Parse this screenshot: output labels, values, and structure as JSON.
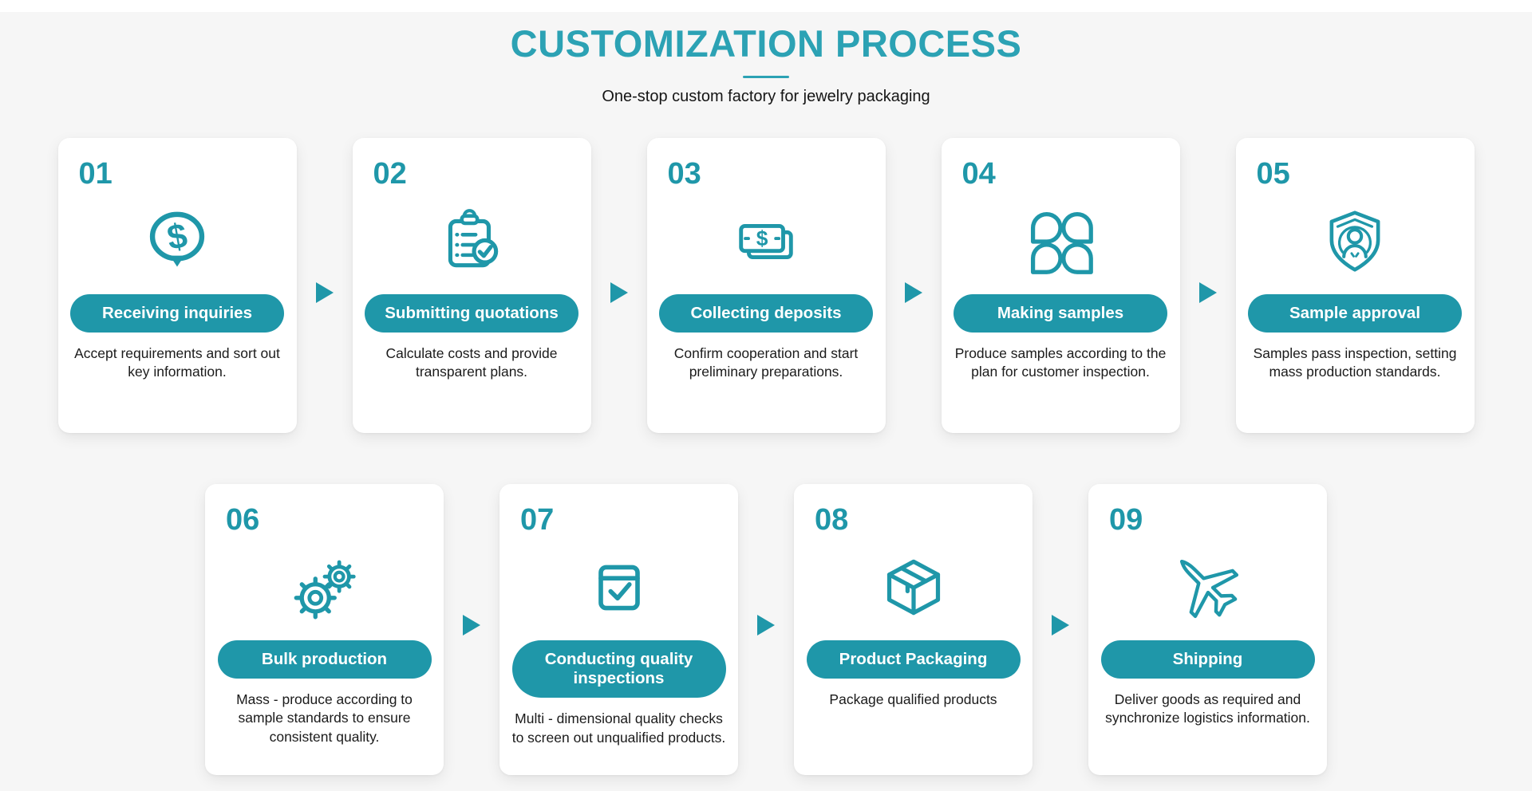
{
  "header": {
    "title": "CUSTOMIZATION PROCESS",
    "subtitle": "One-stop custom factory for jewelry packaging"
  },
  "colors": {
    "accent": "#1F97A9",
    "title": "#2CA2B4",
    "background": "#F6F6F6",
    "card": "#FFFFFF"
  },
  "steps": [
    {
      "number": "01",
      "icon": "dollar-chat-icon",
      "label": "Receiving inquiries",
      "description": "Accept requirements and sort out key information."
    },
    {
      "number": "02",
      "icon": "quotation-clipboard-icon",
      "label": "Submitting quotations",
      "description": "Calculate costs and provide transparent plans."
    },
    {
      "number": "03",
      "icon": "deposit-banknote-icon",
      "label": "Collecting deposits",
      "description": "Confirm cooperation and start preliminary preparations."
    },
    {
      "number": "04",
      "icon": "sample-petals-icon",
      "label": "Making samples",
      "description": "Produce samples according to the plan for customer inspection."
    },
    {
      "number": "05",
      "icon": "shield-user-icon",
      "label": "Sample approval",
      "description": "Samples pass inspection, setting mass production standards."
    },
    {
      "number": "06",
      "icon": "gears-icon",
      "label": "Bulk production",
      "description": "Mass - produce according to sample standards to ensure consistent quality."
    },
    {
      "number": "07",
      "icon": "quality-check-icon",
      "label": "Conducting quality inspections",
      "description": "Multi - dimensional quality checks to screen out unqualified products."
    },
    {
      "number": "08",
      "icon": "package-box-icon",
      "label": "Product Packaging",
      "description": "Package qualified products"
    },
    {
      "number": "09",
      "icon": "airplane-icon",
      "label": "Shipping",
      "description": "Deliver goods as required and synchronize logistics information."
    }
  ],
  "layout": {
    "rows": [
      [
        0,
        1,
        2,
        3,
        4
      ],
      [
        5,
        6,
        7,
        8
      ]
    ]
  }
}
